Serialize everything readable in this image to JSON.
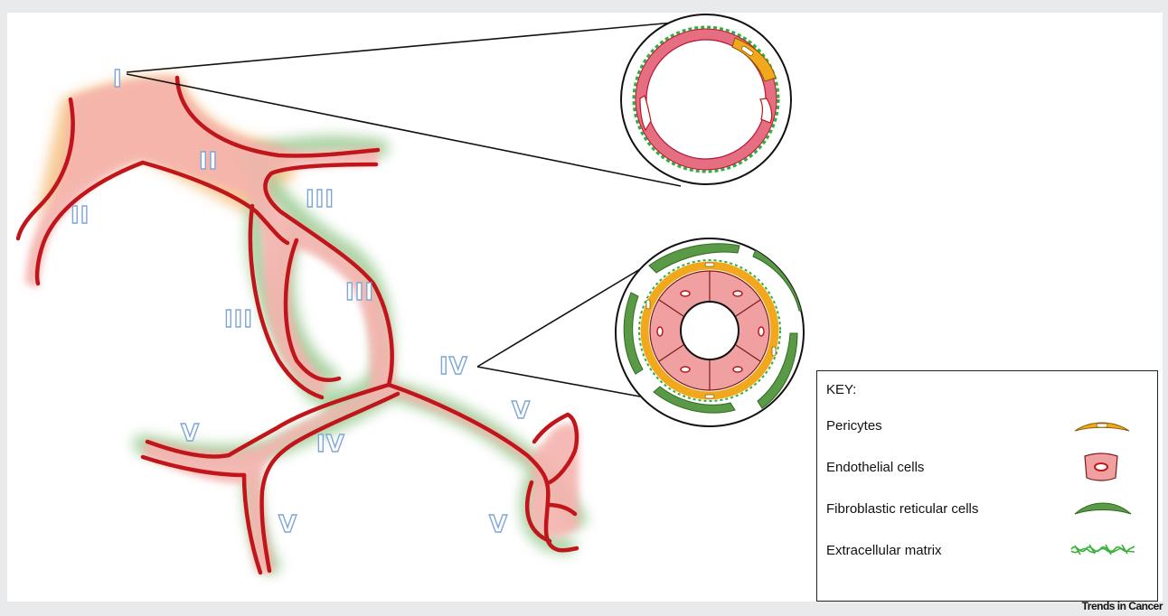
{
  "figure": {
    "labels": {
      "level_1": "I",
      "level_2": "II",
      "level_3": "III",
      "level_4": "IV",
      "level_5": "V"
    }
  },
  "key": {
    "title": "KEY:",
    "items": [
      {
        "label": "Pericytes",
        "icon": "pericyte-icon",
        "color": "#f2a81d"
      },
      {
        "label": "Endothelial cells",
        "icon": "endothelial-cell-icon",
        "color": "#ec8e92"
      },
      {
        "label": "Fibroblastic reticular cells",
        "icon": "fibroblastic-reticular-cell-icon",
        "color": "#5a9a47"
      },
      {
        "label": "Extracellular matrix",
        "icon": "extracellular-matrix-icon",
        "color": "#38b23a"
      }
    ]
  },
  "footer": {
    "journal": "Trends in Cancer"
  },
  "colors": {
    "vessel_wall": "#c0161b",
    "vessel_fill": "#f5b6b1",
    "label_outline": "#7fa6d6",
    "halo_orange": "#f2c37a",
    "halo_green": "#9cc993"
  }
}
